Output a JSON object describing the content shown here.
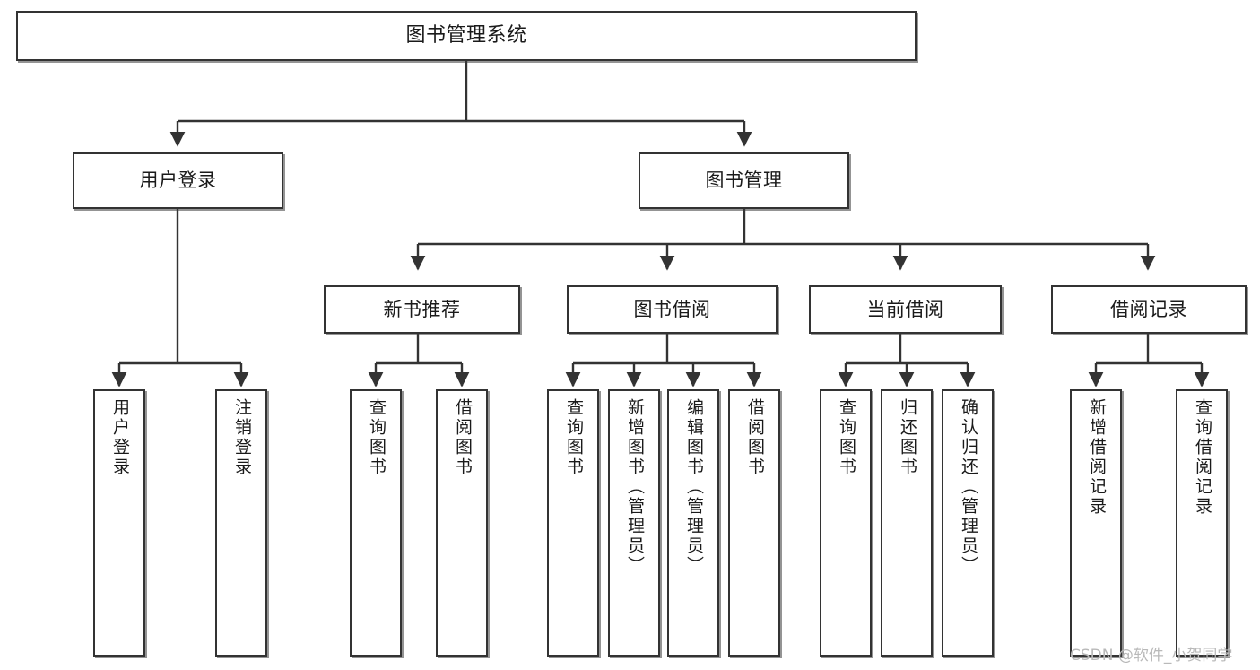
{
  "diagram": {
    "title": "图书管理系统",
    "type": "functional-structure-tree",
    "colors": {
      "border": "#333333",
      "background": "#ffffff",
      "text": "#1a1a1a",
      "watermark": "#b9b9b9"
    }
  },
  "nodes": {
    "root": {
      "label": "图书管理系统"
    },
    "level2": [
      {
        "label": "用户登录"
      },
      {
        "label": "图书管理"
      }
    ],
    "level3": [
      {
        "label": "新书推荐"
      },
      {
        "label": "图书借阅"
      },
      {
        "label": "当前借阅"
      },
      {
        "label": "借阅记录"
      }
    ],
    "leaves": [
      {
        "label": "用户登录"
      },
      {
        "label": "注销登录"
      },
      {
        "label": "查询图书"
      },
      {
        "label": "借阅图书"
      },
      {
        "label": "查询图书"
      },
      {
        "label": "新增图书（管理员）"
      },
      {
        "label": "编辑图书（管理员）"
      },
      {
        "label": "借阅图书"
      },
      {
        "label": "查询图书"
      },
      {
        "label": "归还图书"
      },
      {
        "label": "确认归还（管理员）"
      },
      {
        "label": "新增借阅记录"
      },
      {
        "label": "查询借阅记录"
      }
    ]
  },
  "watermark": {
    "text": "CSDN @软件_小贺同学"
  }
}
